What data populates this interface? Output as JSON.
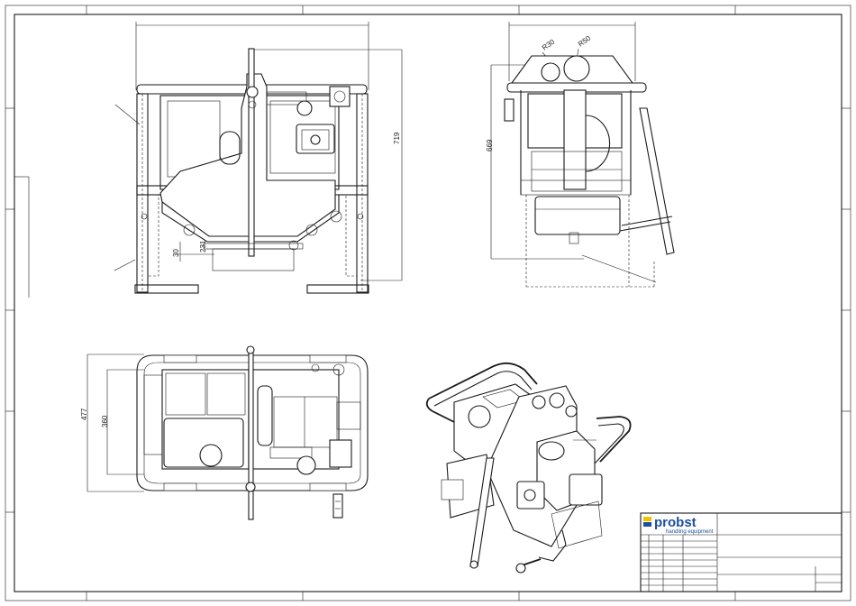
{
  "drawing": {
    "front_view": {
      "overall_height": "719",
      "label_30": "30",
      "label_bottom": "231"
    },
    "side_view": {
      "height": "669",
      "radius_small": "R30",
      "radius_large": "R50"
    },
    "top_view": {
      "outer_width": "477",
      "inner_width": "360"
    }
  },
  "title_block": {
    "brand": "probst",
    "tagline": "handling equipment",
    "accent_color": "#f2c200",
    "brand_color": "#1c4f9c"
  }
}
